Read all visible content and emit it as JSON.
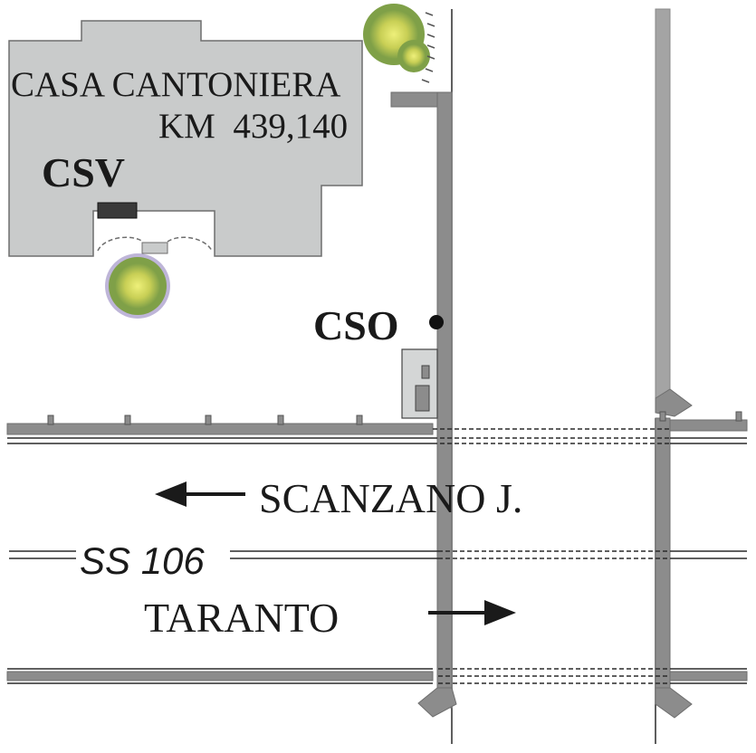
{
  "building": {
    "name": "CASA CANTONIERA",
    "km": "KM  439,140"
  },
  "labels": {
    "csv": "CSV",
    "cso": "CSO",
    "direction_west": "SCANZANO J.",
    "direction_east": "TARANTO",
    "road": "SS 106"
  },
  "colors": {
    "building_fill": "#c9cbcb",
    "building_stroke": "#6e6e6e",
    "track": "#8c8c8c",
    "rail_line": "#2a2a2a",
    "shrub_core": "#d6d65a",
    "shrub_outer": "#7fa048",
    "shrub_accent": "#8878b8"
  },
  "icons": [
    "shrub-icon",
    "arrow-left-icon",
    "arrow-right-icon",
    "sensor-point-icon",
    "control-box-icon",
    "csv-device-icon"
  ]
}
